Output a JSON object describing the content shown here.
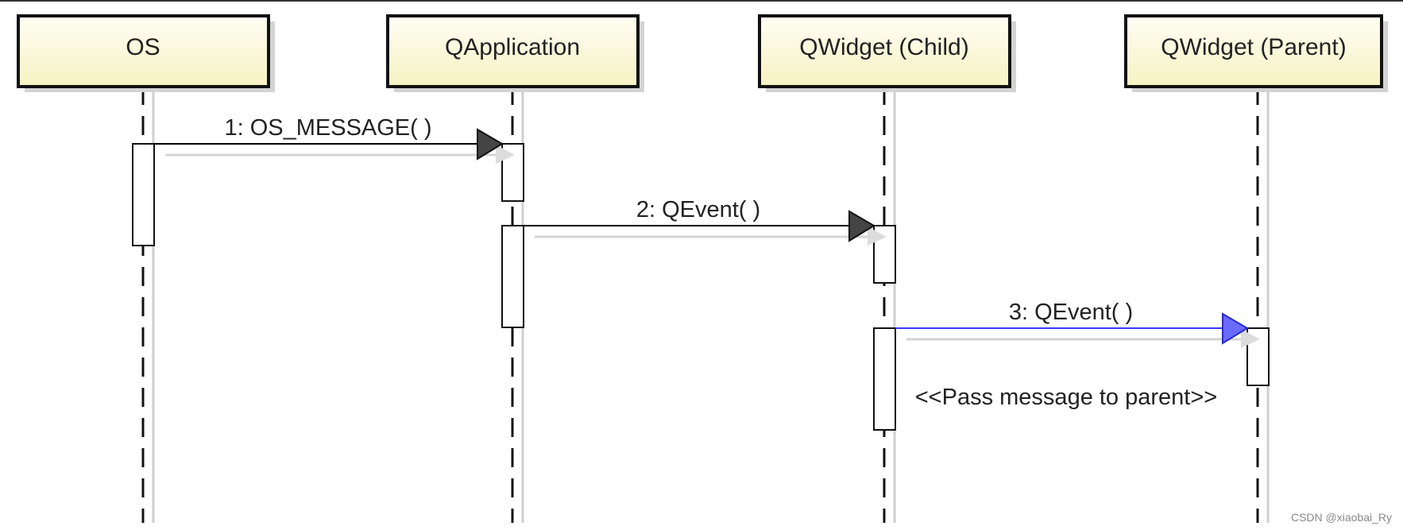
{
  "diagram": {
    "type": "sequence",
    "participants": [
      {
        "id": "os",
        "label": "OS"
      },
      {
        "id": "qapp",
        "label": "QApplication"
      },
      {
        "id": "child",
        "label": "QWidget (Child)"
      },
      {
        "id": "parent",
        "label": "QWidget (Parent)"
      }
    ],
    "messages": [
      {
        "label": "1: OS_MESSAGE( )",
        "from": "os",
        "to": "qapp",
        "color": "#000000",
        "arrow_color": "#444444"
      },
      {
        "label": "2: QEvent( )",
        "from": "qapp",
        "to": "child",
        "color": "#000000",
        "arrow_color": "#444444"
      },
      {
        "label": "3: QEvent( )",
        "from": "child",
        "to": "parent",
        "color": "#3a3aff",
        "arrow_color": "#6a6aff"
      }
    ],
    "note": {
      "label": "<<Pass message to parent>>"
    },
    "colors": {
      "actor_fill_top": "#fffef2",
      "actor_fill_bottom": "#f7f3c4",
      "line": "#111111"
    }
  },
  "watermark": {
    "label": "CSDN @xiaobai_Ry"
  }
}
